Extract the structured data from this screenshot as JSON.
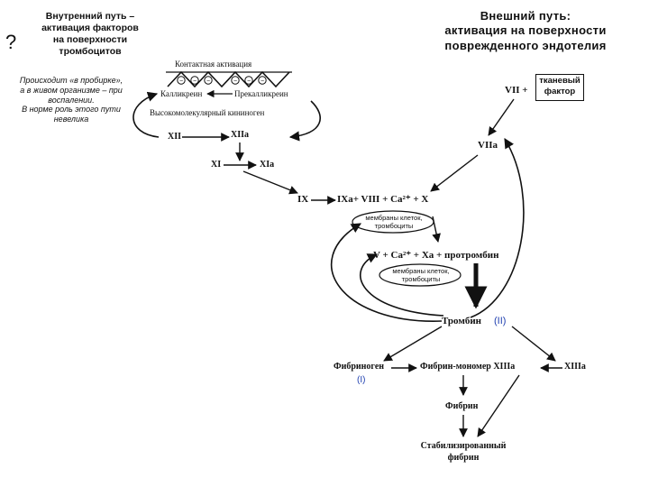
{
  "left_header": {
    "question_mark": "?",
    "lines": [
      "Внутренний путь –",
      "активация факторов",
      "на поверхности",
      "тромбоцитов"
    ]
  },
  "right_header": {
    "lines": [
      "Внешний путь:",
      "активация на поверхности",
      "поврежденного эндотелия"
    ]
  },
  "note": {
    "lines": [
      "Происходит «в пробирке»,",
      "а в живом организме – при",
      "воспалении.",
      "В норме роль этого пути",
      "невелика"
    ]
  },
  "contact": {
    "title": "Контактная активация",
    "kallikrein": "Калликреин",
    "prekallikrein": "Прекалликреин",
    "kininogen": "Высокомолекулярный кининоген",
    "xii": "XII",
    "xiia": "XIIa"
  },
  "cascade": {
    "xi": "XI",
    "xia": "XIa",
    "ix": "IX",
    "complex1": "IXa+ VIII + Ca²⁺ + X",
    "membranes1": [
      "мембраны клеток,",
      "тромбоциты"
    ],
    "complex2": "V + Ca²⁺ + Xa + протромбин",
    "membranes2": [
      "мембраны клеток,",
      "тромбоциты"
    ],
    "vii": "VII +",
    "tissue_factor": [
      "тканевый",
      "фактор"
    ],
    "viia": "VIIa",
    "thrombin": "Тромбин",
    "thrombin_roman": "(II)",
    "fibrinogen": "Фибриноген",
    "fibrinogen_roman": "(I)",
    "fibrin_monomer": "Фибрин-мономер XIIIa",
    "xiiia": "XIIIa",
    "fibrin": "Фибрин",
    "stabilized": [
      "Стабилизированный",
      "фибрин"
    ]
  },
  "colors": {
    "roman": "#1f3fb0",
    "ink": "#111111"
  }
}
